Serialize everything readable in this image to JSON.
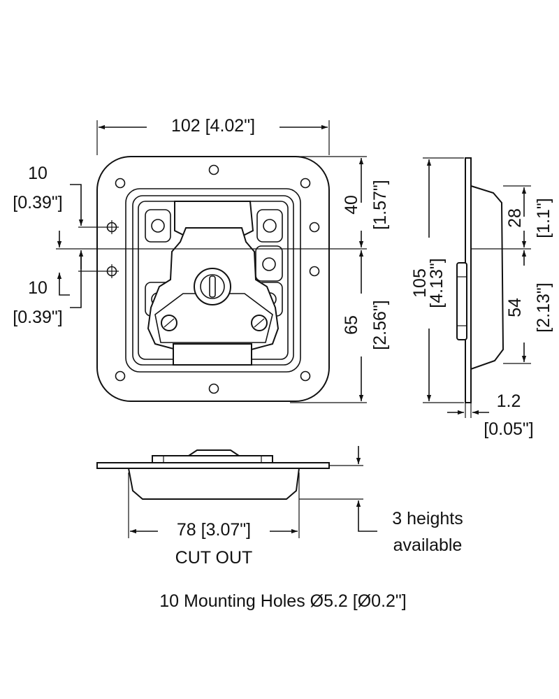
{
  "dimensions": {
    "overall_width": "102 [4.02\"]",
    "hole_offset_top_mm": "10",
    "hole_offset_top_in": "[0.39\"]",
    "hole_offset_bottom_mm": "10",
    "hole_offset_bottom_in": "[0.39\"]",
    "upper_height_mm": "40",
    "upper_height_in": "[1.57\"]",
    "lower_height_mm": "65",
    "lower_height_in": "[2.56\"]",
    "overall_height_mm": "105",
    "overall_height_in": "[4.13\"]",
    "side_upper_mm": "28",
    "side_upper_in": "[1.1\"]",
    "side_lower_mm": "54",
    "side_lower_in": "[2.13\"]",
    "thickness_mm": "1.2",
    "thickness_in": "[0.05\"]",
    "cutout_width": "78 [3.07\"]",
    "cutout_label": "CUT OUT"
  },
  "notes": {
    "heights_line1": "3 heights",
    "heights_line2": "available",
    "mounting_holes": "10 Mounting Holes Ø5.2 [Ø0.2\"]"
  }
}
